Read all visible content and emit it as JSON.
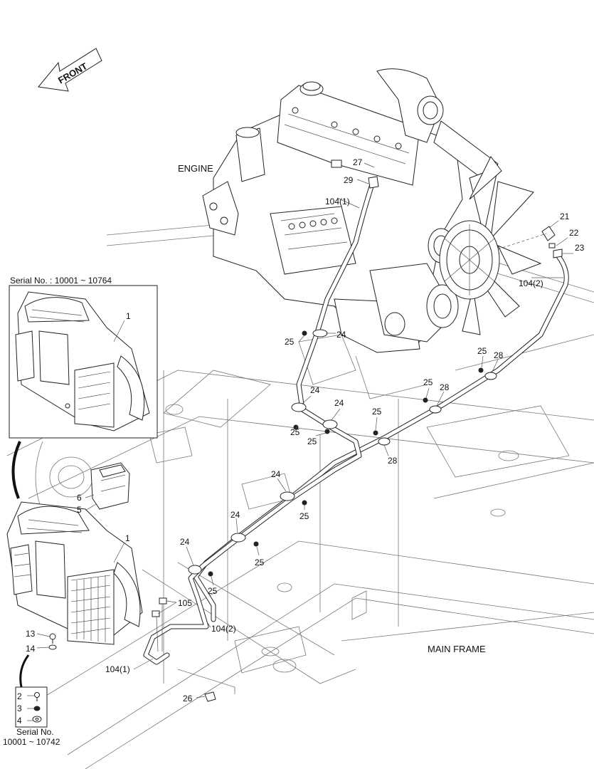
{
  "labels": {
    "front": "FRONT",
    "engine": "ENGINE",
    "main_frame": "MAIN FRAME",
    "serial_top": "Serial No. : 10001 ~ 10764",
    "serial_bottom_line1": "Serial No.",
    "serial_bottom_line2": "10001 ~ 10742"
  },
  "callouts": {
    "c1_inset": "1",
    "c1_main": "1",
    "c2": "2",
    "c3": "3",
    "c4": "4",
    "c5": "5",
    "c6": "6",
    "c13": "13",
    "c14": "14",
    "c21": "21",
    "c22": "22",
    "c23": "23",
    "c24_a": "24",
    "c24_b": "24",
    "c24_c": "24",
    "c24_d": "24",
    "c24_e": "24",
    "c24_f": "24",
    "c25_a": "25",
    "c25_b": "25",
    "c25_c": "25",
    "c25_d": "25",
    "c25_e": "25",
    "c25_f": "25",
    "c25_g": "25",
    "c25_h": "25",
    "c25_i": "25",
    "c26": "26",
    "c27": "27",
    "c28_a": "28",
    "c28_b": "28",
    "c28_c": "28",
    "c29": "29",
    "c104_1_top": "104(1)",
    "c104_2_right": "104(2)",
    "c104_2_bottom": "104(2)",
    "c104_1_bottom": "104(1)",
    "c105": "105"
  }
}
